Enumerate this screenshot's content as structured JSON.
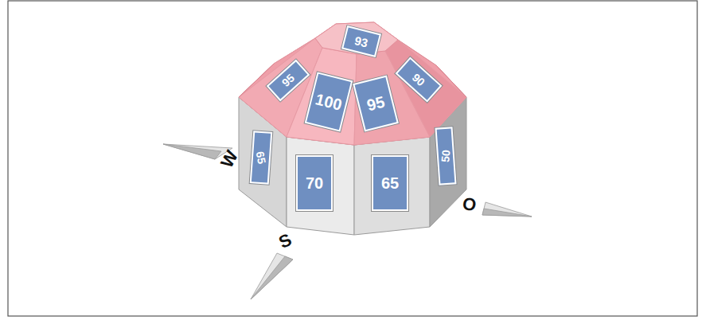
{
  "diagram": {
    "nodes": [
      {
        "text": [
          "93"
        ]
      },
      {
        "text": [
          "95"
        ]
      },
      {
        "text": [
          "100"
        ]
      },
      {
        "text": [
          "95"
        ]
      },
      {
        "text": [
          "90"
        ]
      },
      {
        "text": [
          "65"
        ]
      },
      {
        "text": [
          "70"
        ]
      },
      {
        "text": [
          "65"
        ]
      },
      {
        "text": [
          "50"
        ]
      }
    ],
    "labels": [
      "W",
      "S",
      "O"
    ]
  }
}
